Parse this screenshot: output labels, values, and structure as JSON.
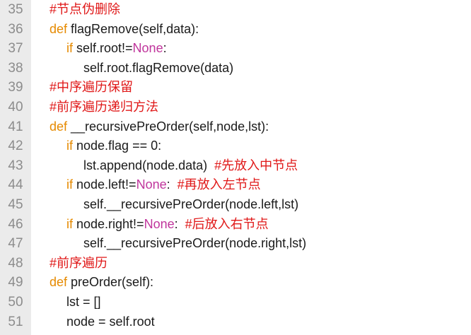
{
  "editor": {
    "lines": [
      {
        "num": "35",
        "indent": 0,
        "segments": [
          {
            "t": "#节点伪删除",
            "c": "cm"
          }
        ]
      },
      {
        "num": "36",
        "indent": 0,
        "segments": [
          {
            "t": "def",
            "c": "kw"
          },
          {
            "t": " flagRemove(self,data):",
            "c": "tx"
          }
        ]
      },
      {
        "num": "37",
        "indent": 1,
        "segments": [
          {
            "t": "if",
            "c": "kw"
          },
          {
            "t": " self.root!=",
            "c": "tx"
          },
          {
            "t": "None",
            "c": "cst"
          },
          {
            "t": ":",
            "c": "tx"
          }
        ]
      },
      {
        "num": "38",
        "indent": 2,
        "segments": [
          {
            "t": "self.root.flagRemove(data)",
            "c": "tx"
          }
        ]
      },
      {
        "num": "39",
        "indent": 0,
        "segments": [
          {
            "t": "#中序遍历保留",
            "c": "cm"
          }
        ]
      },
      {
        "num": "40",
        "indent": 0,
        "segments": [
          {
            "t": "#前序遍历递归方法",
            "c": "cm"
          }
        ]
      },
      {
        "num": "41",
        "indent": 0,
        "segments": [
          {
            "t": "def",
            "c": "kw"
          },
          {
            "t": " __recursivePreOrder(self,node,lst):",
            "c": "tx"
          }
        ]
      },
      {
        "num": "42",
        "indent": 1,
        "segments": [
          {
            "t": "if",
            "c": "kw"
          },
          {
            "t": " node.flag == 0:",
            "c": "tx"
          }
        ]
      },
      {
        "num": "43",
        "indent": 2,
        "segments": [
          {
            "t": "lst.append(node.data)  ",
            "c": "tx"
          },
          {
            "t": "#先放入中节点",
            "c": "cm"
          }
        ]
      },
      {
        "num": "44",
        "indent": 1,
        "segments": [
          {
            "t": "if",
            "c": "kw"
          },
          {
            "t": " node.left!=",
            "c": "tx"
          },
          {
            "t": "None",
            "c": "cst"
          },
          {
            "t": ":  ",
            "c": "tx"
          },
          {
            "t": "#再放入左节点",
            "c": "cm"
          }
        ]
      },
      {
        "num": "45",
        "indent": 2,
        "segments": [
          {
            "t": "self.__recursivePreOrder(node.left,lst)",
            "c": "tx"
          }
        ]
      },
      {
        "num": "46",
        "indent": 1,
        "segments": [
          {
            "t": "if",
            "c": "kw"
          },
          {
            "t": " node.right!=",
            "c": "tx"
          },
          {
            "t": "None",
            "c": "cst"
          },
          {
            "t": ":  ",
            "c": "tx"
          },
          {
            "t": "#后放入右节点",
            "c": "cm"
          }
        ]
      },
      {
        "num": "47",
        "indent": 2,
        "segments": [
          {
            "t": "self.__recursivePreOrder(node.right,lst)",
            "c": "tx"
          }
        ]
      },
      {
        "num": "48",
        "indent": 0,
        "segments": [
          {
            "t": "#前序遍历",
            "c": "cm"
          }
        ]
      },
      {
        "num": "49",
        "indent": 0,
        "segments": [
          {
            "t": "def",
            "c": "kw"
          },
          {
            "t": " preOrder(self):",
            "c": "tx"
          }
        ]
      },
      {
        "num": "50",
        "indent": 1,
        "segments": [
          {
            "t": "lst = []",
            "c": "tx"
          }
        ]
      },
      {
        "num": "51",
        "indent": 1,
        "segments": [
          {
            "t": "node = self.root",
            "c": "tx"
          }
        ]
      }
    ]
  },
  "colors": {
    "keyword": "#e68a00",
    "comment": "#e01818",
    "constant": "#c0359c",
    "text": "#1a1a1a",
    "gutter": "#ebebeb",
    "line_number": "#8c8c8c"
  }
}
